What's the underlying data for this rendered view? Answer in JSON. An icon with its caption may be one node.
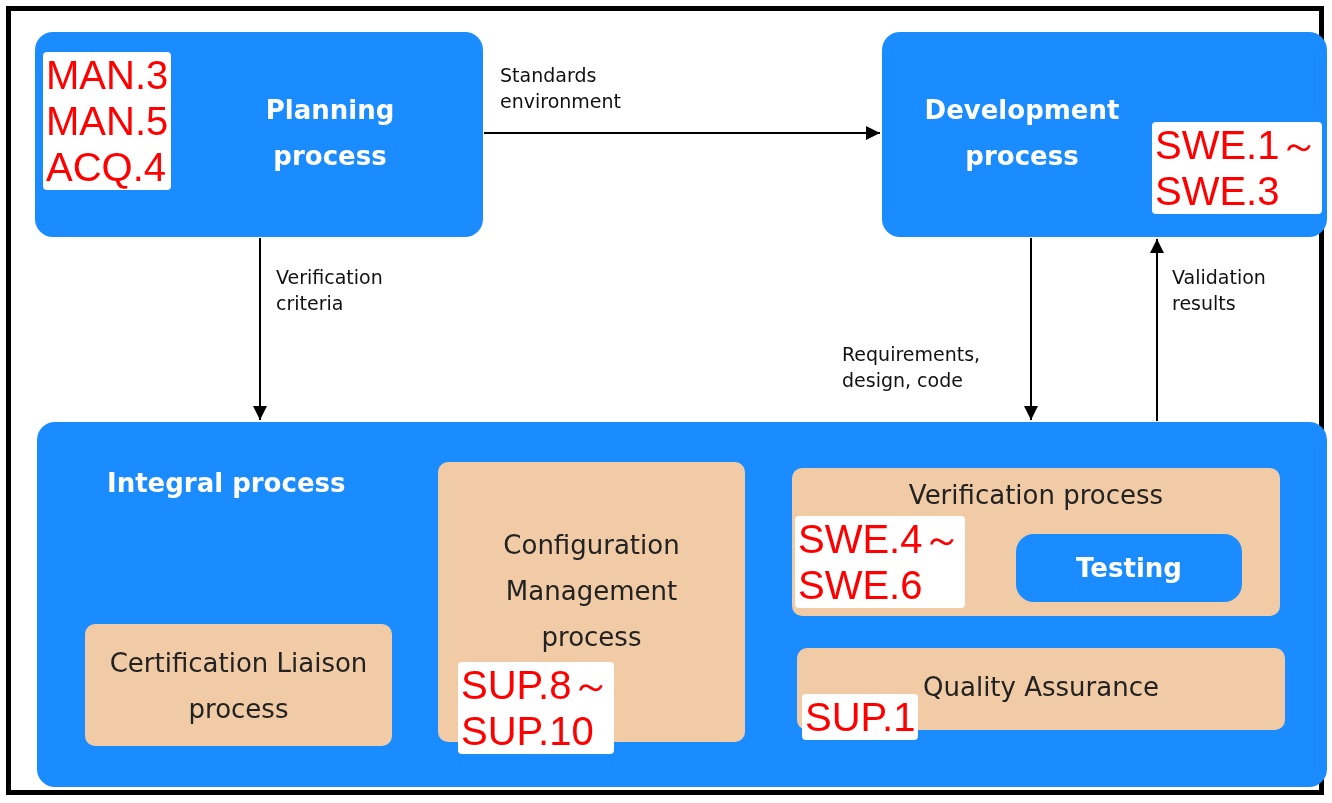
{
  "diagram": {
    "nodes": [
      {
        "text": [
          "MAN.3 MAN.5 ACQ.4",
          "Planning process"
        ]
      },
      {
        "text": [
          "Development process",
          "SWE.1～ SWE.3"
        ]
      },
      {
        "text": [
          "Integral process"
        ]
      },
      {
        "text": [
          "Certification Liaison process"
        ],
        "in": 2
      },
      {
        "text": [
          "Configuration Management process",
          "SUP.8～ SUP.10"
        ],
        "in": 2
      },
      {
        "text": [
          "Verification process",
          "SWE.4～ SWE.6"
        ],
        "in": 2
      },
      {
        "text": [
          "Testing"
        ],
        "in": 5
      },
      {
        "text": [
          "Quality Assurance",
          "SUP.1"
        ],
        "in": 2
      }
    ],
    "edges": [
      {
        "from": 0,
        "to": 1,
        "arrow": "to",
        "label": "Standards environment"
      },
      {
        "from": 0,
        "to": 2,
        "arrow": "to",
        "label": "Verification criteria"
      },
      {
        "from": 1,
        "to": 2,
        "arrow": "to",
        "label": "Requirements, design, code"
      },
      {
        "from": 2,
        "to": 1,
        "arrow": "to",
        "label": "Validation results"
      }
    ]
  }
}
